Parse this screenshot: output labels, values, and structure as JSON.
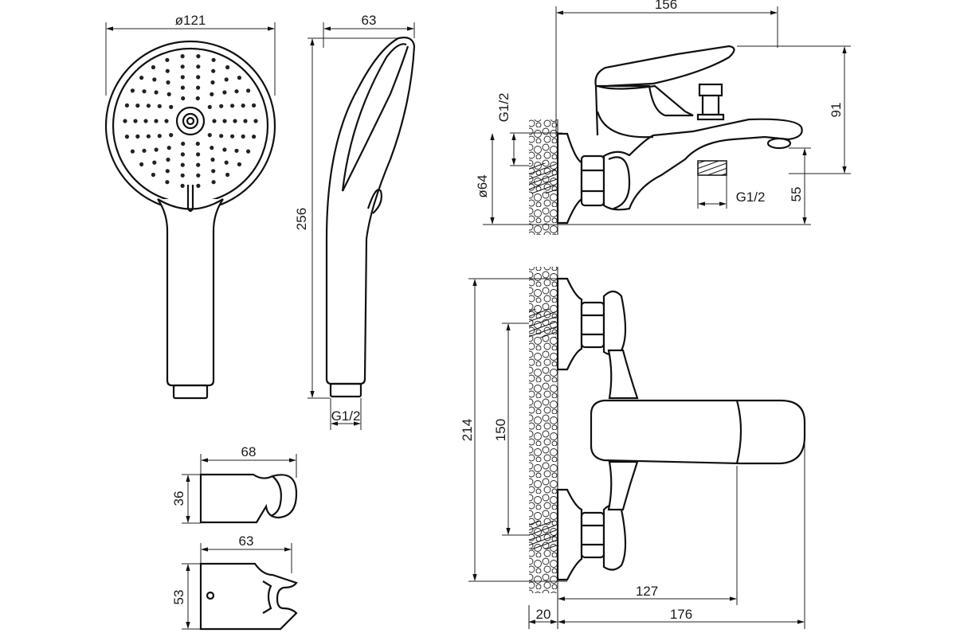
{
  "dimensions": {
    "head_diameter": "ø121",
    "head_depth": "63",
    "shower_length": "256",
    "shower_thread": "G1/2",
    "holder_width": "68",
    "holder_height": "36",
    "bracket_width": "63",
    "bracket_height": "53",
    "mixer_width": "156",
    "inlet_thread": "G1/2",
    "flange_diameter": "ø64",
    "mixer_height": "91",
    "outlet_thread": "G1/2",
    "outlet_height": "55",
    "total_height": "214",
    "inlet_spacing": "150",
    "spout_reach": "127",
    "wall_offset": "20",
    "total_reach": "176"
  },
  "colors": {
    "line": "#111111",
    "background": "#ffffff"
  }
}
